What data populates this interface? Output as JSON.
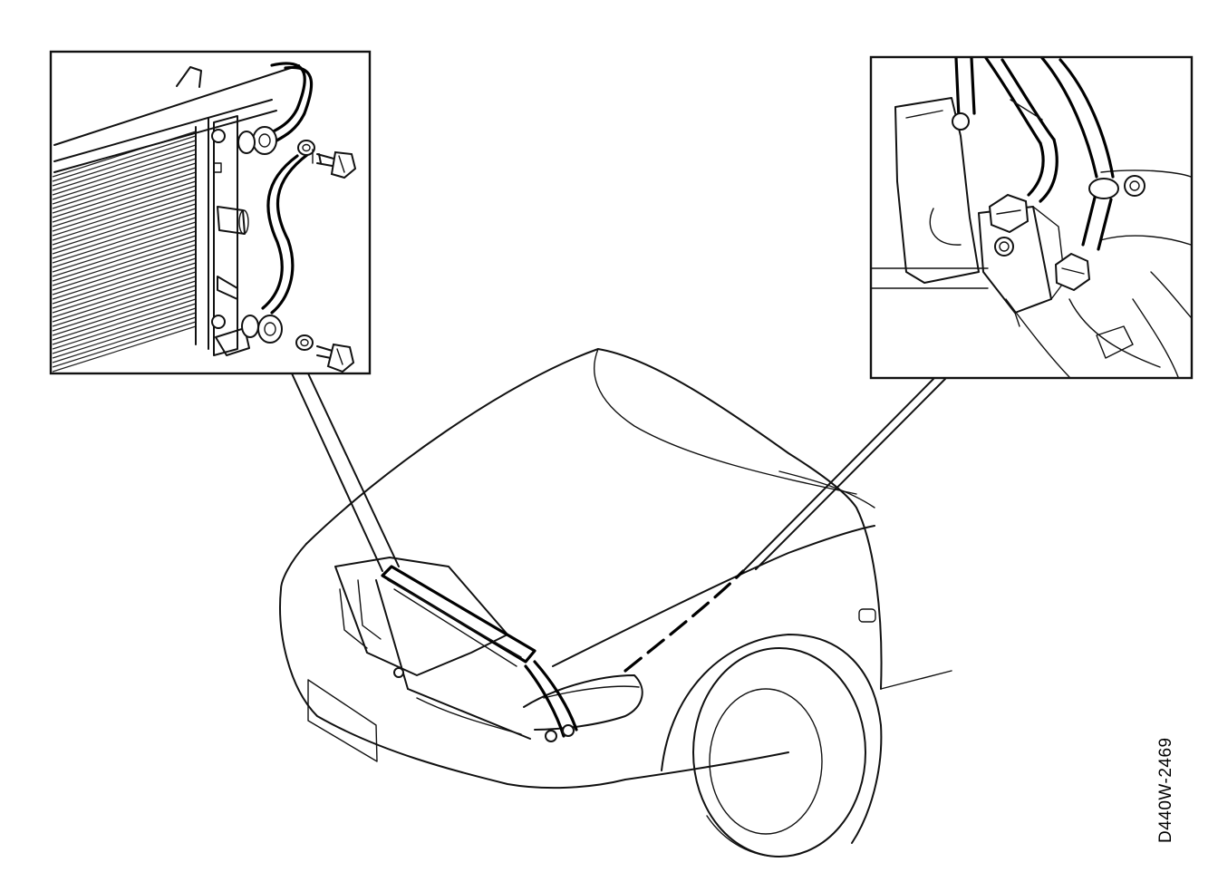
{
  "figure": {
    "code": "D440W-2469",
    "line_color": "#111111",
    "background_color": "#ffffff"
  },
  "callouts": [
    {
      "id": "condenser-detail",
      "icon": "radiator-pipe-bolt-icon"
    },
    {
      "id": "compressor-detail",
      "icon": "compressor-fitting-icon"
    }
  ]
}
